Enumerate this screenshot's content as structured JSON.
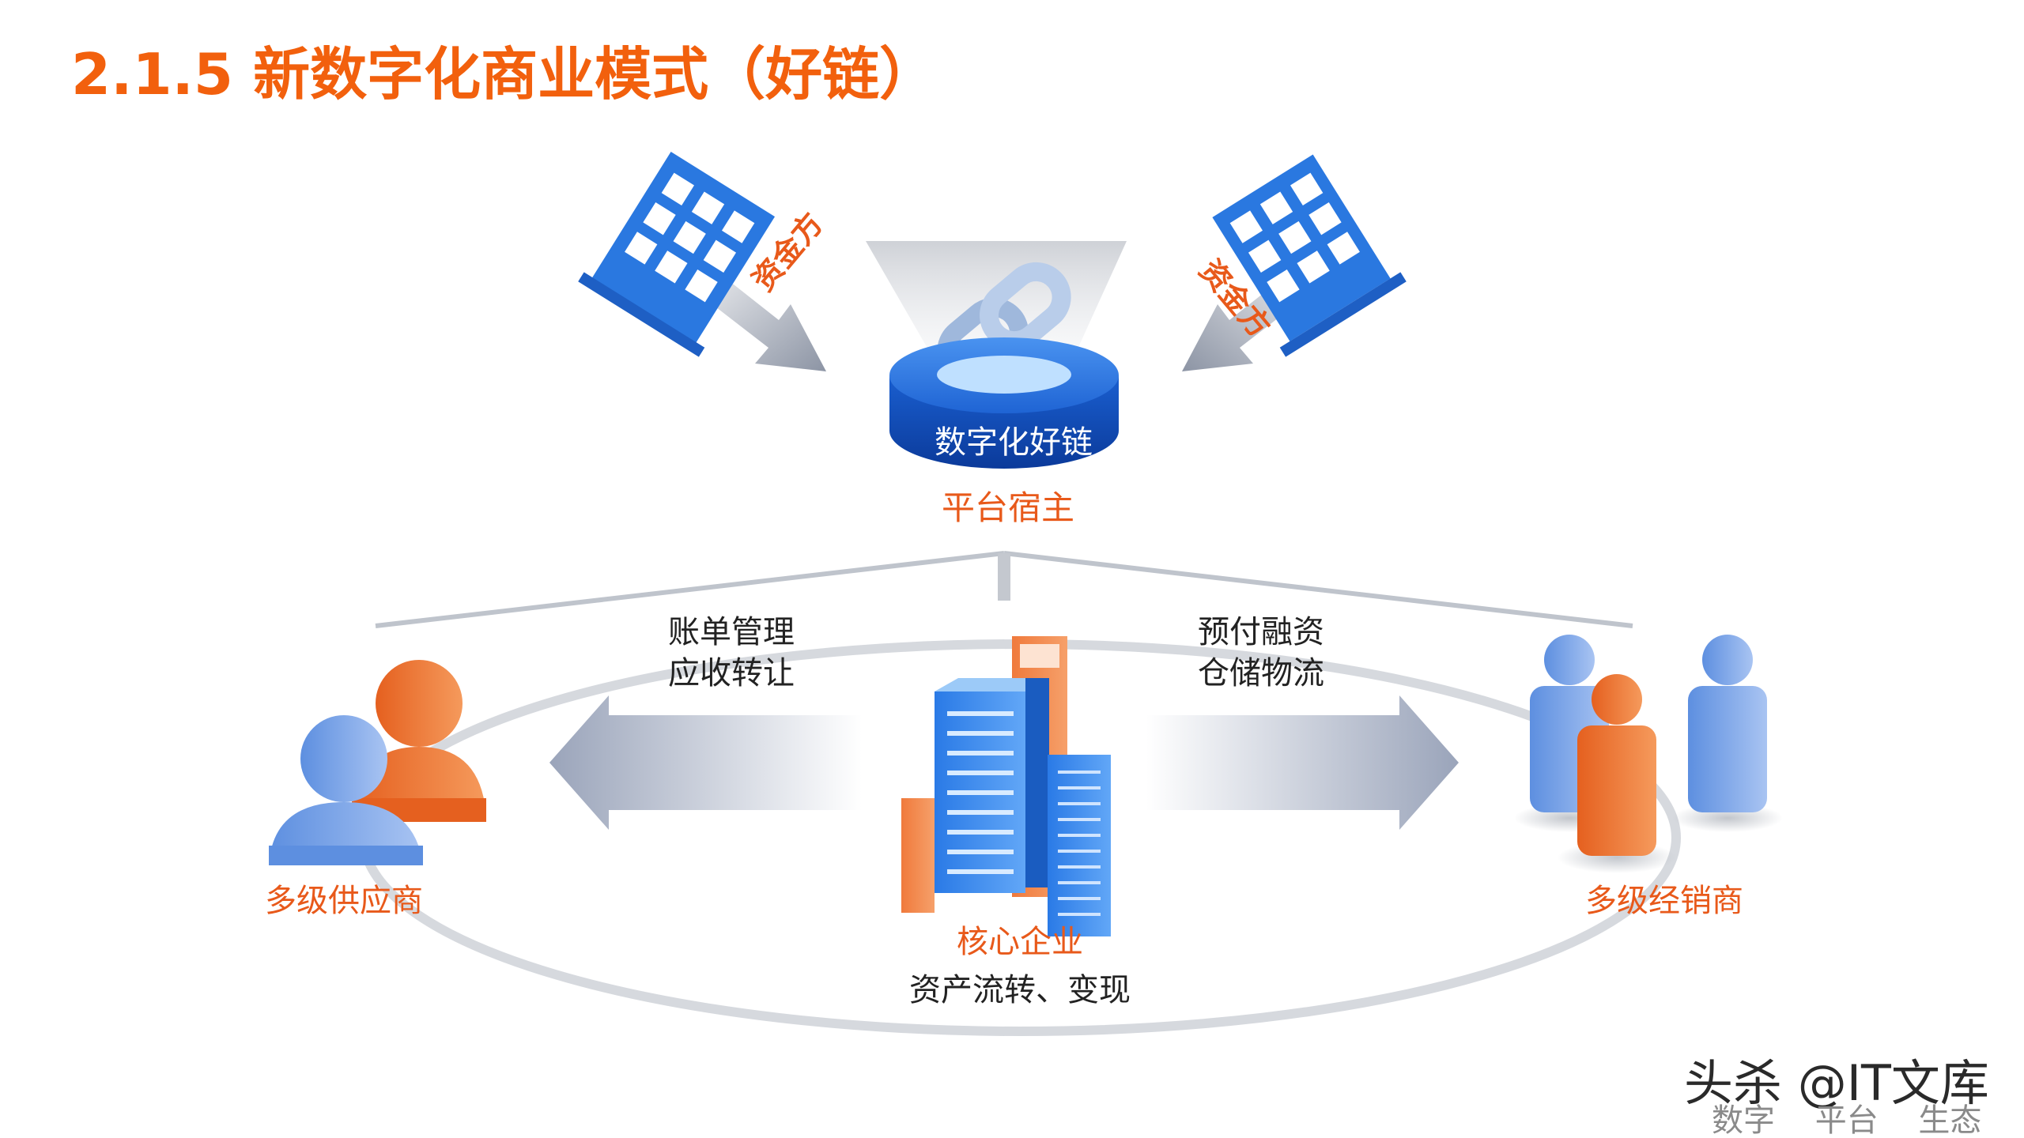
{
  "title": "2.1.5 新数字化商业模式（好链）",
  "platform": {
    "name": "数字化好链",
    "role": "平台宿主",
    "icon": "chain-link-icon"
  },
  "funders": {
    "left_label": "资金方",
    "right_label": "资金方",
    "icon": "bank-building-icon"
  },
  "core": {
    "label": "核心企业",
    "caption": "资产流转、变现",
    "icon": "office-towers-icon"
  },
  "supplier_side": {
    "label": "多级供应商",
    "services": [
      "账单管理",
      "应收转让"
    ],
    "icon": "people-icon"
  },
  "dealer_side": {
    "label": "多级经销商",
    "services": [
      "预付融资",
      "仓储物流"
    ],
    "icon": "people-group-icon"
  },
  "watermark": {
    "main": "头杀 @IT文库",
    "sub": "数字 平台 生态"
  },
  "colors": {
    "accent_orange": "#F2600D",
    "label_orange": "#E8591A",
    "platform_blue": "#1E66D6",
    "person_blue": "#7FA6E8",
    "arrow_gray": "#9FA8BC"
  }
}
